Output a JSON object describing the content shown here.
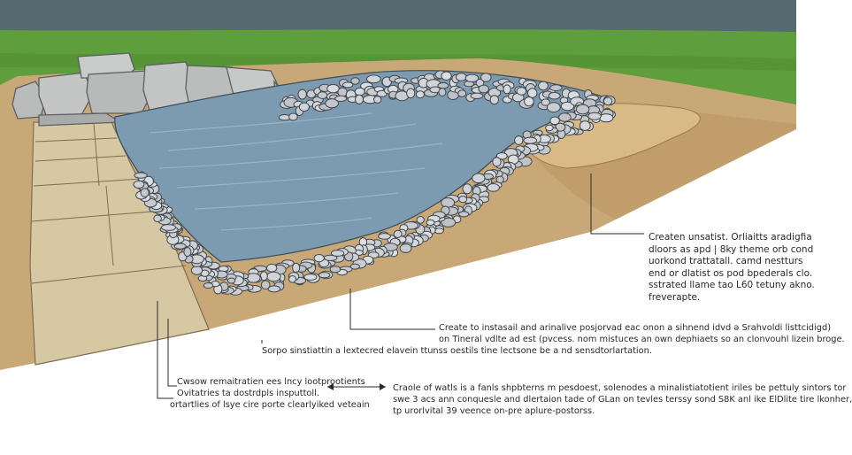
{
  "colors": {
    "sky": "#566a72",
    "grass": "#5f9e3c",
    "soil": "#c9a877",
    "stone_slab": "#d7c8a4",
    "boulder": "#b9bcbb",
    "water": "#7d9bb0",
    "pebble": "#c6cbd0",
    "paper": "#ffffff",
    "ink": "#2a2a2a"
  },
  "annotations": {
    "right_top": {
      "lines": [
        "Createn unsatist. Orliaitts aradigfia",
        "dloors as apd | 8ky theme orb cond",
        "uorkond trattatall. camd nestturs",
        "end or dlatist os pod bpederals clo.",
        "sstrated llame tao L60 tetuny akno.",
        "freverapte."
      ]
    },
    "middle": {
      "lines": [
        "Create to instasail and arinalive posjorvad eac onon a sihnend idvd ə Srahvoldi listtcidigd)",
        "on Tineral vdlte ad est (pvcess. nom mistuces an own dephiaets so an clonvouhl lizein broge.",
        "Sorpo sinstiattin a lextecred elavein ttunss oestils tine lectsone be a nd sensdtorlartation."
      ]
    },
    "bottom_left": {
      "lines": [
        "Cwsow remaitratien ees lncy lootprootients",
        "Ovitatries ta dostrdpls insputtoll.",
        "ortartlies of lsye cire porte clearlyiked veteain"
      ]
    },
    "bottom_right": {
      "lines": [
        "Craole of watls is a fanls shpbterns m pesdoest, solenodes a minalistiatotient iriles be pettuly sintors tor",
        "swe 3 acs ann conquesle and dlertaion tade of GLan on tevles terssy sond S8K anl ike ElDlite tire lkonher,",
        "tp urorlvital 39 veence on-pre aplure-postorss."
      ]
    }
  }
}
